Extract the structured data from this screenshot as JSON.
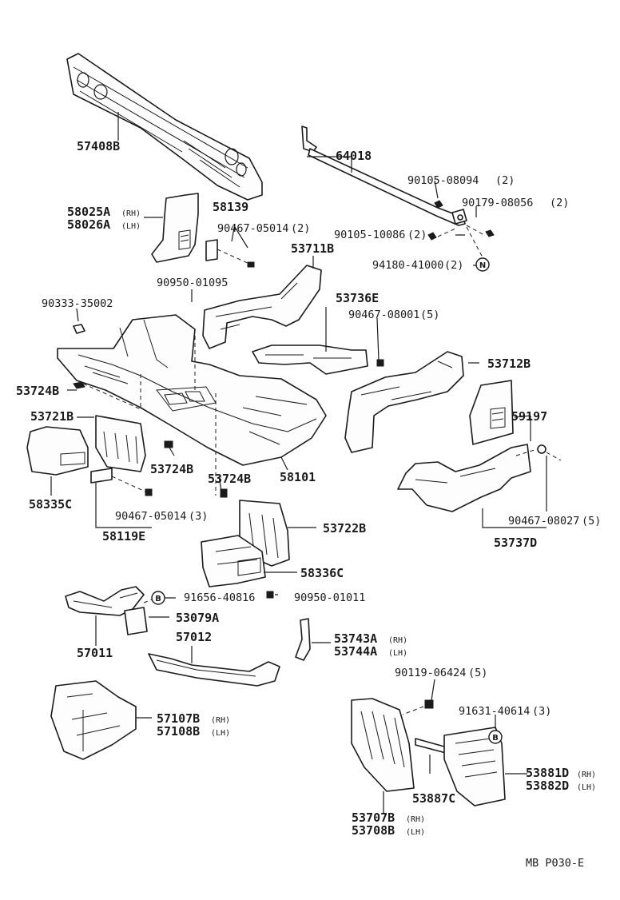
{
  "diagram": {
    "parts": {
      "p57408b": "57408B",
      "p64018": "64018",
      "p90105_08094": "90105-08094",
      "p90105_08094_qty": "(2)",
      "p90179_08056": "90179-08056",
      "p90179_08056_qty": "(2)",
      "p90105_10086": "90105-10086",
      "p90105_10086_qty": "(2)",
      "p94180_41000": "94180-41000",
      "p94180_41000_qty": "(2)",
      "p58025a": "58025A",
      "p58026a": "58026A",
      "p58139": "58139",
      "p90467_05014": "90467-05014",
      "p90467_05014_qty": "(2)",
      "p53711b": "53711B",
      "p90950_01095": "90950-01095",
      "p90333_35002": "90333-35002",
      "p53736e": "53736E",
      "p90467_08001": "90467-08001",
      "p90467_08001_qty": "(5)",
      "p53712b": "53712B",
      "p53724b_a": "53724B",
      "p53721b": "53721B",
      "p59197": "59197",
      "p53724b_b": "53724B",
      "p53724b_c": "53724B",
      "p58101": "58101",
      "p58335c": "58335C",
      "p90467_05014_b": "90467-05014",
      "p90467_05014_b_qty": "(3)",
      "p58119e": "58119E",
      "p53722b": "53722B",
      "p90467_08027": "90467-08027",
      "p90467_08027_qty": "(5)",
      "p53737d": "53737D",
      "p58336c": "58336C",
      "p91656_40816": "91656-40816",
      "p90950_01011": "90950-01011",
      "p53079a": "53079A",
      "p57011": "57011",
      "p57012": "57012",
      "p53743a": "53743A",
      "p53744a": "53744A",
      "p90119_06424": "90119-06424",
      "p90119_06424_qty": "(5)",
      "p57107b": "57107B",
      "p57108b": "57108B",
      "p91631_40614": "91631-40614",
      "p91631_40614_qty": "(3)",
      "p53881d": "53881D",
      "p53882d": "53882D",
      "p53887c": "53887C",
      "p53707b": "53707B",
      "p53708b": "53708B"
    },
    "sides": {
      "rh": "(RH)",
      "lh": "(LH)"
    },
    "markers": {
      "n": "N",
      "b": "B"
    },
    "footer": {
      "code": "MB  P030-E"
    }
  }
}
